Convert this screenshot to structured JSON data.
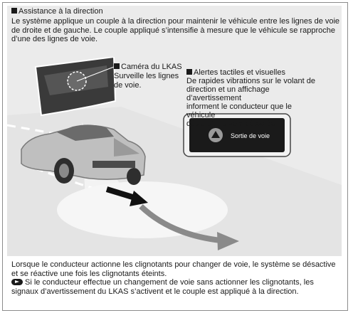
{
  "section": {
    "heading": "Assistance à la direction",
    "intro": "Le système applique un couple à la direction pour maintenir le véhicule entre les lignes de voie de droite et de gauche. Le couple appliqué s’intensifie à mesure que le véhicule se rapproche d’une des lignes de voie."
  },
  "figure": {
    "camera": {
      "title": "Caméra du LKAS",
      "line1": "Surveille les lignes",
      "line2": "de voie."
    },
    "alerts": {
      "title": "Alertes tactiles et visuelles",
      "line1": "De rapides vibrations sur le volant de",
      "line2": "direction et un affichage d’avertissement",
      "line3": "informent le conducteur que le véhicule",
      "line4": "dévie d’une voie détectée."
    },
    "display": {
      "message": "Sortie de voie"
    }
  },
  "notes": {
    "turn_signal": "Lorsque le conducteur actionne les clignotants pour changer de voie, le système se désactive et se réactive une fois les clignotants éteints.",
    "without_signal": "Si le conducteur effectue un changement de voie sans actionner les clignotants, les signaux d’avertissement du LKAS s’activent et le couple est appliqué à la direction."
  }
}
